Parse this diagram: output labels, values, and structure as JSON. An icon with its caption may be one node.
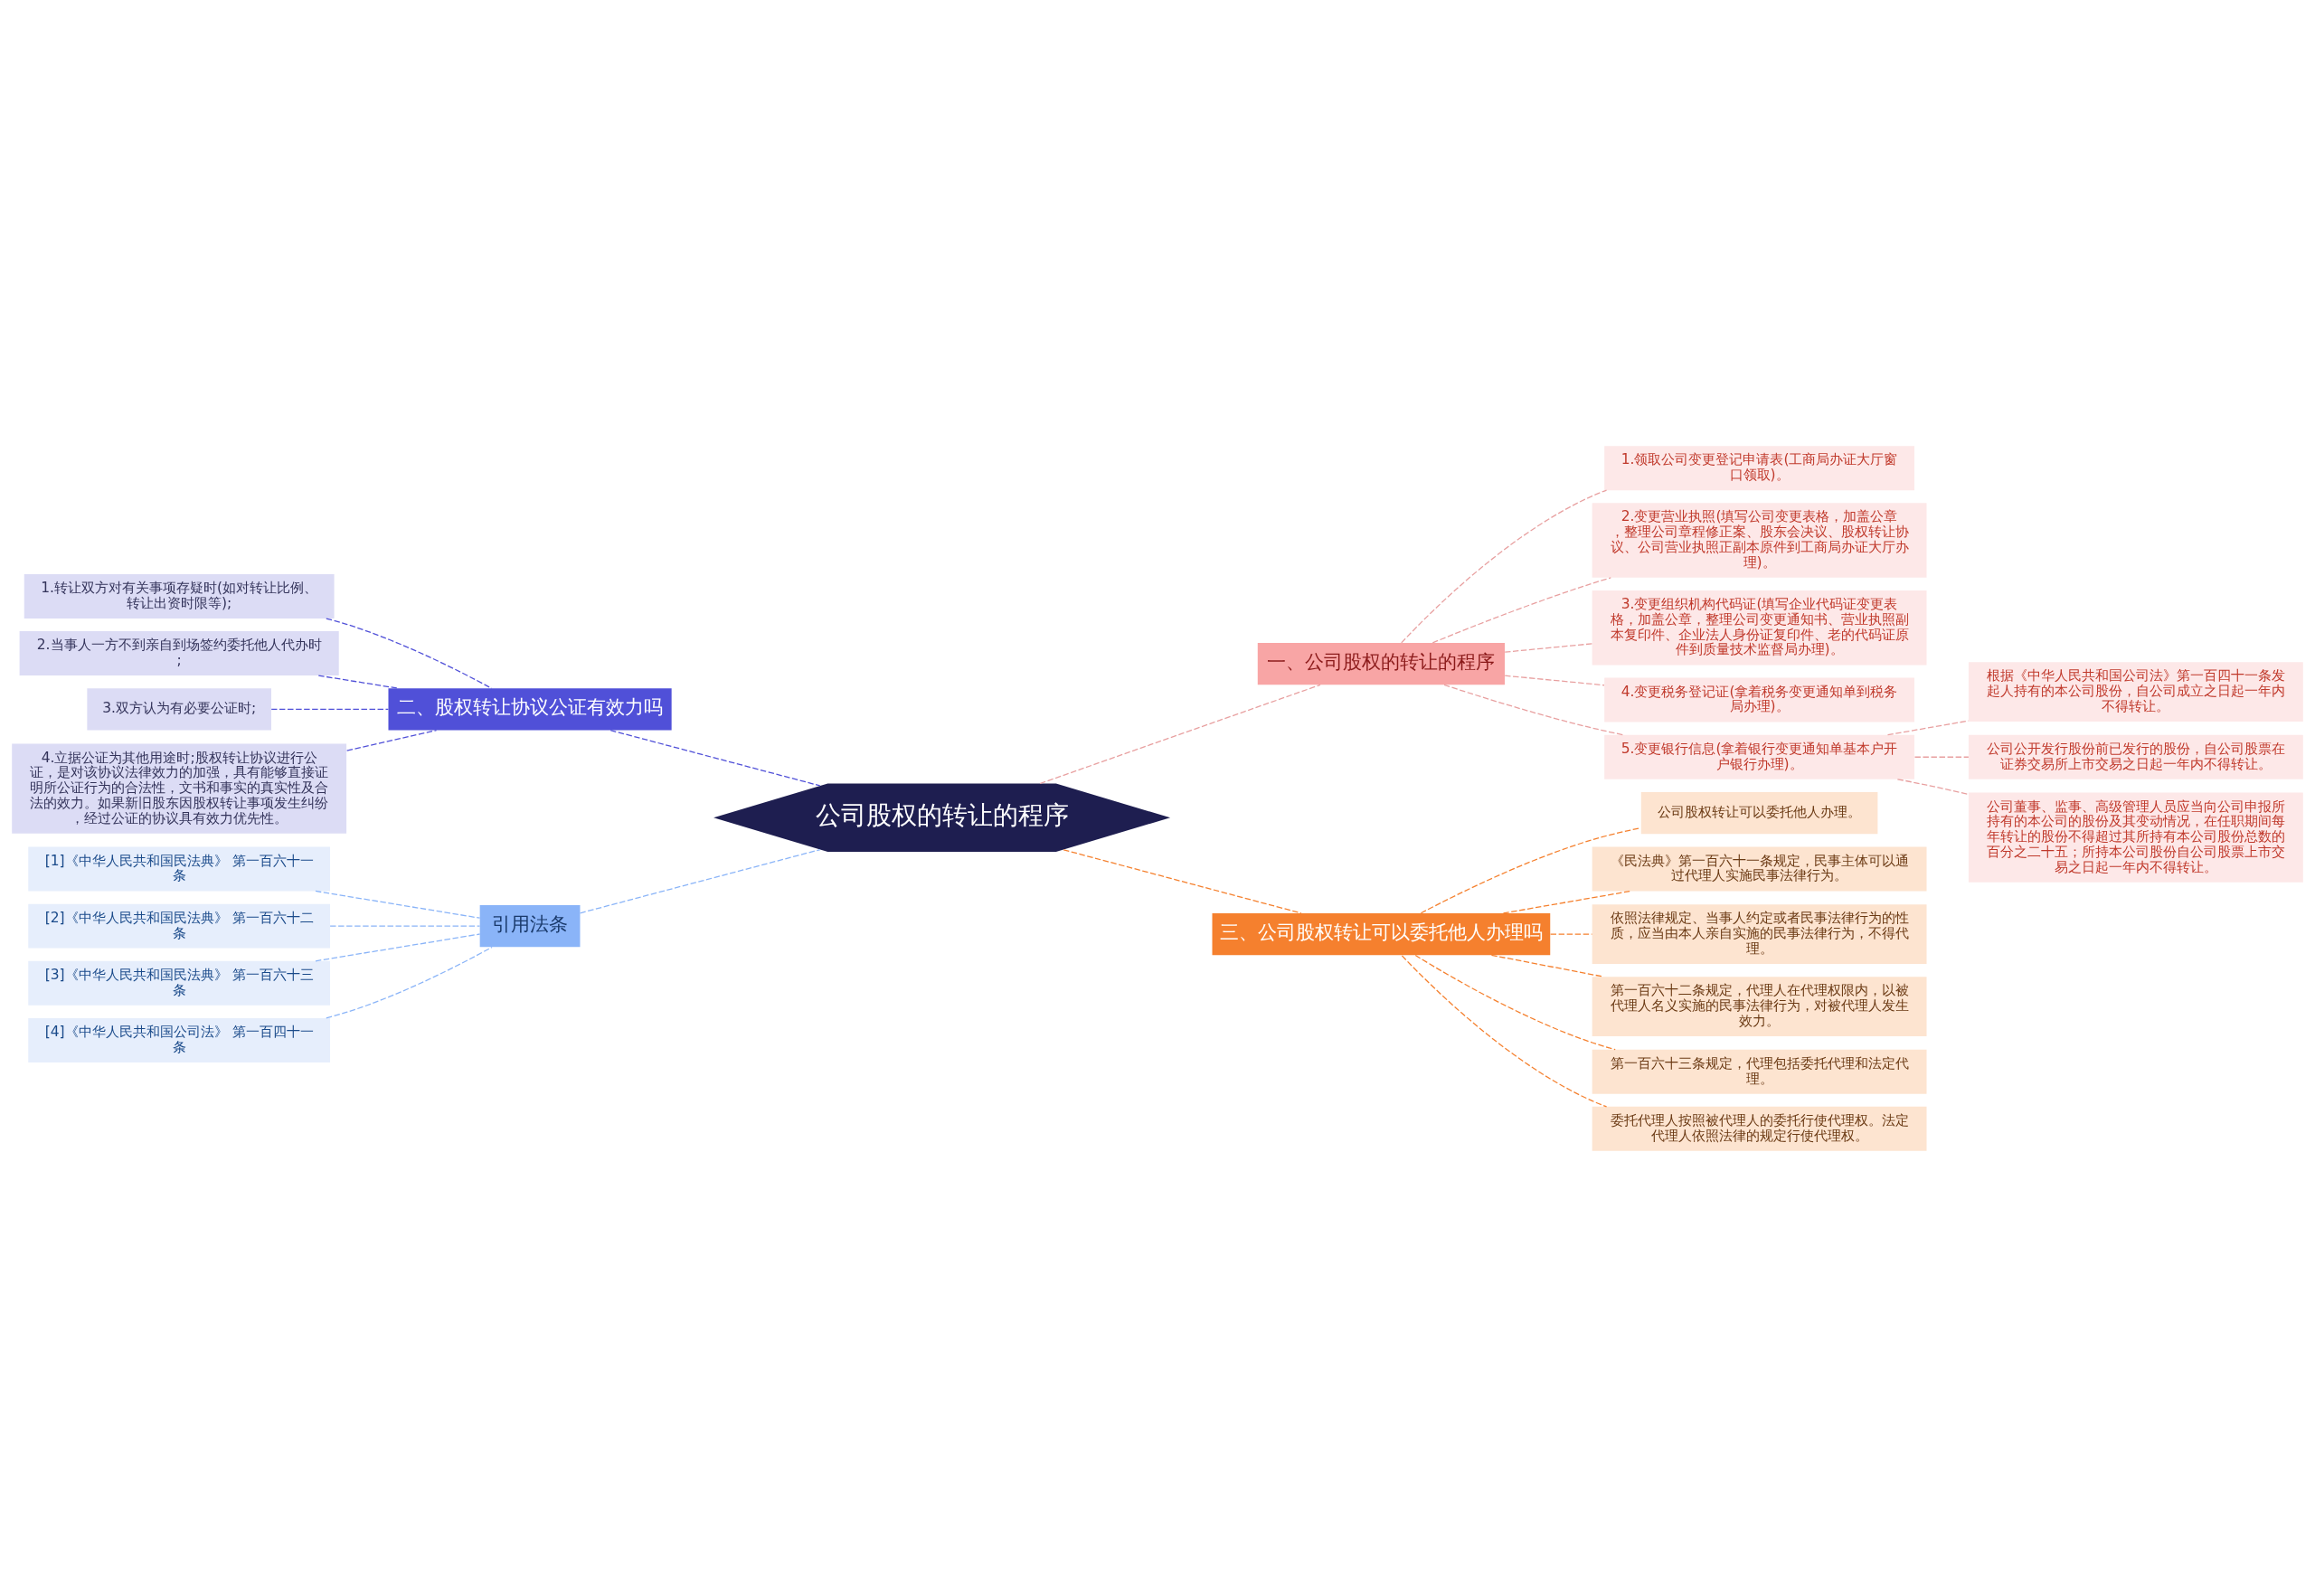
{
  "diagram": {
    "nodes": [
      {
        "text": [
          "公司股权的转让的程序"
        ]
      },
      {
        "text": [
          "一、公司股权的转让的程序"
        ]
      },
      {
        "text": [
          "1.领取公司变更登记申请表(工商局办证大厅窗口领取)。"
        ]
      },
      {
        "text": [
          "2.变更营业执照(填写公司变更表格，加盖公章，整理公司章程修正案、股东会决议、股权转让协议、公司营业执照正副本原件到工商局办证大厅办理)。"
        ]
      },
      {
        "text": [
          "3.变更组织机构代码证(填写企业代码证变更表格，加盖公章，整理公司变更通知书、营业执照副本复印件、企业法人身份证复印件、老的代码证原件到质量技术监督局办理)。"
        ]
      },
      {
        "text": [
          "4.变更税务登记证(拿着税务变更通知单到税务局办理)。"
        ]
      },
      {
        "text": [
          "5.变更银行信息(拿着银行变更通知单基本户开户银行办理)。"
        ]
      },
      {
        "text": [
          "根据《中华人民共和国公司法》第一百四十一条发起人持有的本公司股份，自公司成立之日起一年内不得转让。"
        ]
      },
      {
        "text": [
          "公司公开发行股份前已发行的股份，自公司股票在证券交易所上市交易之日起一年内不得转让。"
        ]
      },
      {
        "text": [
          "公司董事、监事、高级管理人员应当向公司申报所持有的本公司的股份及其变动情况，在任职期间每年转让的股份不得超过其所持有本公司股份总数的百分之二十五；所持本公司股份自公司股票上市交易之日起一年内不得转让。"
        ]
      },
      {
        "text": [
          "二、股权转让协议公证有效力吗"
        ]
      },
      {
        "text": [
          "1.转让双方对有关事项存疑时(如对转让比例、转让出资时限等);"
        ]
      },
      {
        "text": [
          "2.当事人一方不到亲自到场签约委托他人代办时;"
        ]
      },
      {
        "text": [
          "3.双方认为有必要公证时;"
        ]
      },
      {
        "text": [
          "4.立据公证为其他用途时;股权转让协议进行公证，是对该协议法律效力的加强，具有能够直接证明所公证行为的合法性，文书和事实的真实性及合法的效力。如果新旧股东因股权转让事项发生纠纷，经过公证的协议具有效力优先性。"
        ]
      },
      {
        "text": [
          "引用法条"
        ]
      },
      {
        "text": [
          "[1]《中华人民共和国民法典》 第一百六十一条"
        ]
      },
      {
        "text": [
          "[2]《中华人民共和国民法典》 第一百六十二条"
        ]
      },
      {
        "text": [
          "[3]《中华人民共和国民法典》 第一百六十三条"
        ]
      },
      {
        "text": [
          "[4]《中华人民共和国公司法》 第一百四十一条"
        ]
      },
      {
        "text": [
          "三、公司股权转让可以委托他人办理吗"
        ]
      },
      {
        "text": [
          "公司股权转让可以委托他人办理。"
        ]
      },
      {
        "text": [
          "《民法典》第一百六十一条规定，民事主体可以通过代理人实施民事法律行为。"
        ]
      },
      {
        "text": [
          "依照法律规定、当事人约定或者民事法律行为的性质，应当由本人亲自实施的民事法律行为，不得代理。"
        ]
      },
      {
        "text": [
          "第一百六十二条规定，代理人在代理权限内，以被代理人名义实施的民事法律行为，对被代理人发生效力。"
        ]
      },
      {
        "text": [
          "第一百六十三条规定，代理包括委托代理和法定代理。"
        ]
      },
      {
        "text": [
          "委托代理人按照被代理人的委托行使代理权。法定代理人依照法律的规定行使代理权。"
        ]
      }
    ],
    "edges": [
      {
        "from": 0,
        "to": 1,
        "arrow": "none",
        "style": "dashed",
        "color": "#e8a0a0"
      },
      {
        "from": 1,
        "to": 2,
        "arrow": "none",
        "style": "dashed",
        "color": "#e8a0a0"
      },
      {
        "from": 1,
        "to": 3,
        "arrow": "none",
        "style": "dashed",
        "color": "#e8a0a0"
      },
      {
        "from": 1,
        "to": 4,
        "arrow": "none",
        "style": "dashed",
        "color": "#e8a0a0"
      },
      {
        "from": 1,
        "to": 5,
        "arrow": "none",
        "style": "dashed",
        "color": "#e8a0a0"
      },
      {
        "from": 1,
        "to": 6,
        "arrow": "none",
        "style": "dashed",
        "color": "#e8a0a0"
      },
      {
        "from": 6,
        "to": 7,
        "arrow": "none",
        "style": "dashed",
        "color": "#e8a0a0"
      },
      {
        "from": 6,
        "to": 8,
        "arrow": "none",
        "style": "dashed",
        "color": "#e8a0a0"
      },
      {
        "from": 6,
        "to": 9,
        "arrow": "none",
        "style": "dashed",
        "color": "#e8a0a0"
      },
      {
        "from": 0,
        "to": 10,
        "arrow": "none",
        "style": "dashed",
        "color": "#5050d8"
      },
      {
        "from": 10,
        "to": 11,
        "arrow": "none",
        "style": "dashed",
        "color": "#5050d8"
      },
      {
        "from": 10,
        "to": 12,
        "arrow": "none",
        "style": "dashed",
        "color": "#5050d8"
      },
      {
        "from": 10,
        "to": 13,
        "arrow": "none",
        "style": "dashed",
        "color": "#5050d8"
      },
      {
        "from": 10,
        "to": 14,
        "arrow": "none",
        "style": "dashed",
        "color": "#5050d8"
      },
      {
        "from": 0,
        "to": 15,
        "arrow": "none",
        "style": "dashed",
        "color": "#8ab4f8"
      },
      {
        "from": 15,
        "to": 16,
        "arrow": "none",
        "style": "dashed",
        "color": "#8ab4f8"
      },
      {
        "from": 15,
        "to": 17,
        "arrow": "none",
        "style": "dashed",
        "color": "#8ab4f8"
      },
      {
        "from": 15,
        "to": 18,
        "arrow": "none",
        "style": "dashed",
        "color": "#8ab4f8"
      },
      {
        "from": 15,
        "to": 19,
        "arrow": "none",
        "style": "dashed",
        "color": "#8ab4f8"
      },
      {
        "from": 0,
        "to": 20,
        "arrow": "none",
        "style": "dashed",
        "color": "#f5802e"
      },
      {
        "from": 20,
        "to": 21,
        "arrow": "none",
        "style": "dashed",
        "color": "#f5802e"
      },
      {
        "from": 20,
        "to": 22,
        "arrow": "none",
        "style": "dashed",
        "color": "#f5802e"
      },
      {
        "from": 20,
        "to": 23,
        "arrow": "none",
        "style": "dashed",
        "color": "#f5802e"
      },
      {
        "from": 20,
        "to": 24,
        "arrow": "none",
        "style": "dashed",
        "color": "#f5802e"
      },
      {
        "from": 20,
        "to": 25,
        "arrow": "none",
        "style": "dashed",
        "color": "#f5802e"
      },
      {
        "from": 20,
        "to": 26,
        "arrow": "none",
        "style": "dashed",
        "color": "#f5802e"
      }
    ]
  }
}
